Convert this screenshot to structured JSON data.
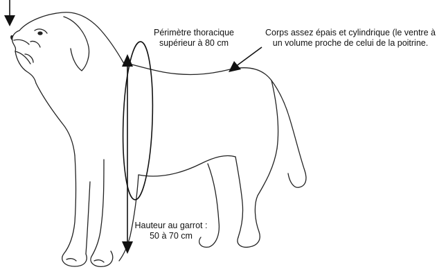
{
  "annotations": {
    "chest": {
      "line1": "Périmètre thoracique",
      "line2": "supérieur à 80 cm"
    },
    "body": {
      "line1": "Corps assez épais et cylindrique (le ventre à",
      "line2": "un volume proche de celui de la poitrine."
    },
    "height": {
      "line1": "Hauteur au garrot :",
      "line2": "50 à 70 cm"
    }
  },
  "colors": {
    "ink": "#111111",
    "background": "#ffffff"
  }
}
